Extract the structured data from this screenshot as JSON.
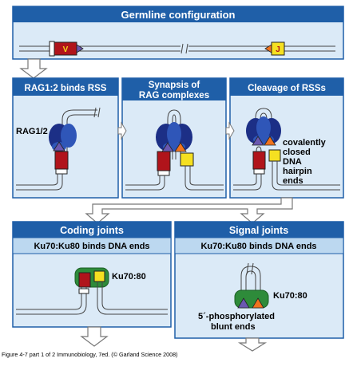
{
  "colors": {
    "header_blue": "#1f5fa8",
    "panel_light": "#dbeaf7",
    "subheader_light": "#bcd8f0",
    "rag_dark": "#1c2f86",
    "rag_mid": "#2f56b8",
    "v_segment": "#b0141b",
    "j_segment": "#f5e021",
    "rss_purple": "#6a58b0",
    "rss_orange": "#f0731e",
    "ku_green": "#2e8b3a",
    "arrow_outline": "#777777"
  },
  "icons": [
    "v-gene-segment-icon",
    "j-gene-segment-icon",
    "rag-complex-icon",
    "ku70-ku80-icon",
    "dna-strand-icon"
  ],
  "top": {
    "title": "Germline configuration",
    "v_label": "V",
    "j_label": "J"
  },
  "panels": [
    {
      "title": "RAG1:2 binds RSS",
      "label": "RAG1/2"
    },
    {
      "title_line1": "Synapsis of",
      "title_line2": "RAG complexes"
    },
    {
      "title": "Cleavage of RSSs",
      "label_lines": [
        "covalently",
        "closed",
        "DNA",
        "hairpin",
        "ends"
      ]
    }
  ],
  "coding": {
    "title": "Coding joints",
    "subtitle": "Ku70:Ku80 binds DNA ends",
    "label": "Ku70:80"
  },
  "signal": {
    "title": "Signal joints",
    "subtitle": "Ku70:Ku80 binds DNA ends",
    "label": "Ku70:80",
    "end_label_lines": [
      "5´-phosphorylated",
      "blunt ends"
    ]
  },
  "caption": "Figure 4-7 part 1 of 2  Immunobiology, 7ed. (© Garland Science 2008)"
}
